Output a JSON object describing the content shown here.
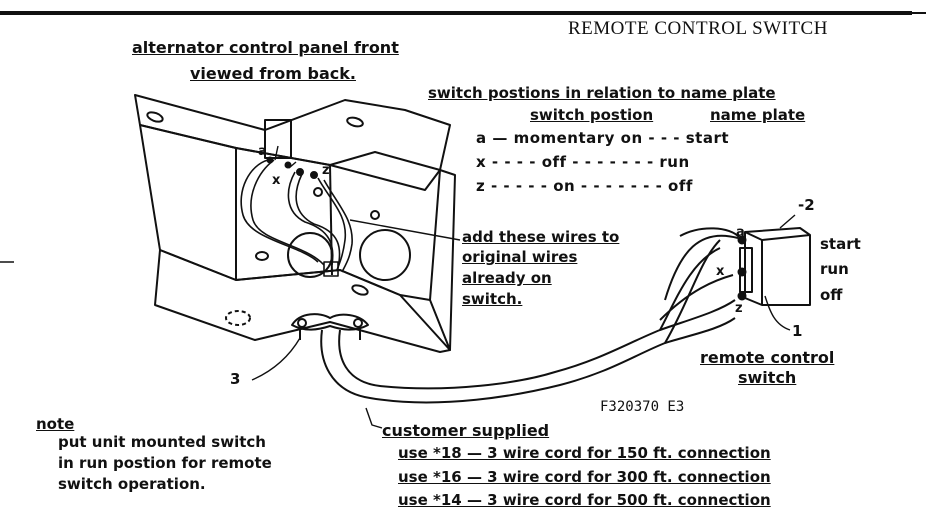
{
  "title": "REMOTE CONTROL SWITCH",
  "panel_caption": {
    "line1": "alternator control panel front",
    "line2": "viewed from back."
  },
  "switch_table": {
    "heading": "switch postions in relation to name plate",
    "col_position": "switch postion",
    "col_plate": "name plate",
    "rows": [
      "a — momentary on - - - start",
      "x - - - - off - - - - - - - run",
      "z - - - - - on - - - - - - - off"
    ]
  },
  "add_wires_note": [
    "add these wires to",
    "original wires",
    "already on",
    "switch."
  ],
  "switch_labels": {
    "a": "a",
    "x": "x",
    "z": "z"
  },
  "remote_switch": {
    "plate": [
      "start",
      "run",
      "off"
    ],
    "terminals": {
      "a": "a",
      "x": "x",
      "z": "z"
    },
    "callout_1": "1",
    "callout_2": "-2",
    "caption": [
      "remote control",
      "switch"
    ]
  },
  "callout_3": "3",
  "figure_code": "F320370 E3",
  "note": {
    "heading": "note",
    "lines": [
      "put unit mounted switch",
      "in run postion for remote",
      "switch operation."
    ]
  },
  "customer": {
    "heading": "customer supplied",
    "lines": [
      "use *18 — 3 wire cord for 150 ft. connection",
      "use *16 — 3 wire cord for 300 ft. connection",
      "use *14 — 3 wire cord for 500 ft. connection"
    ]
  }
}
